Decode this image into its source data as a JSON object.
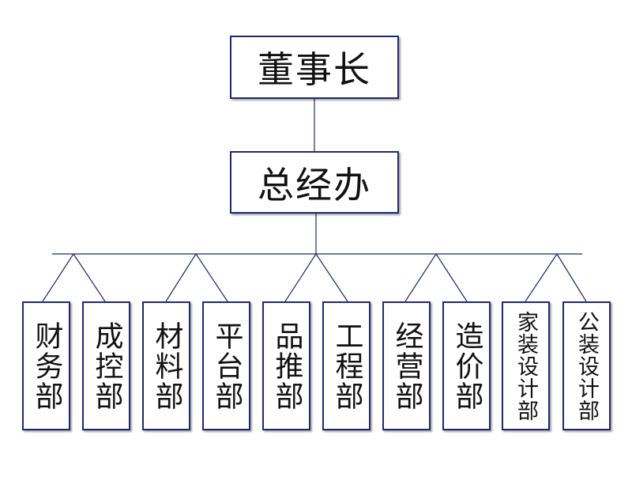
{
  "chairman": "董事长",
  "general_office": "总经办",
  "departments": [
    "财务部",
    "成控部",
    "材料部",
    "平台部",
    "品推部",
    "工程部",
    "经营部",
    "造价部",
    "家装设计部",
    "公装设计部"
  ],
  "colors": {
    "line": "#1f2a6e",
    "border": "#1f2a6e",
    "text": "#111111"
  }
}
